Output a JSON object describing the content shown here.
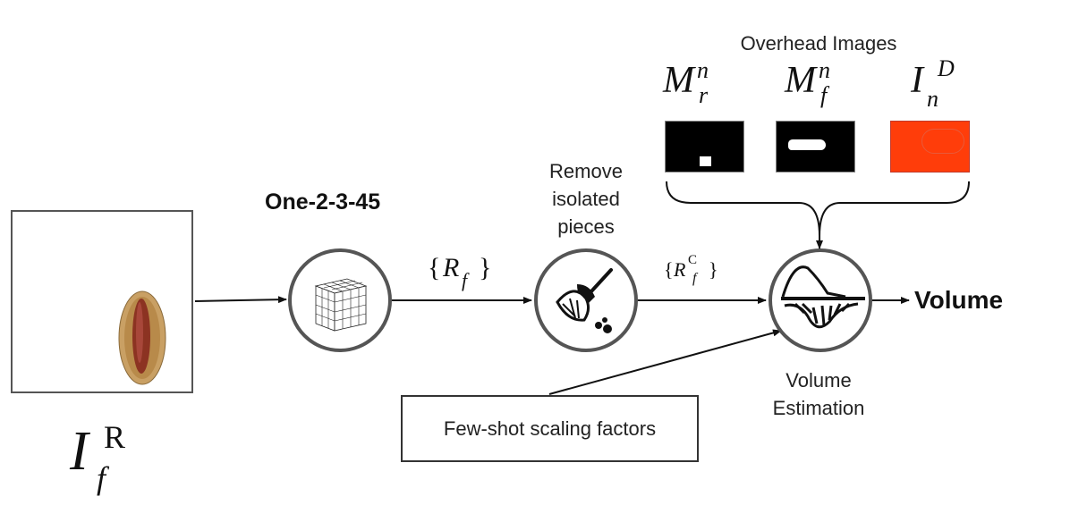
{
  "overhead": {
    "title": "Overhead Images",
    "mask_r": {
      "base": "M",
      "sup": "n",
      "sub": "r"
    },
    "mask_f": {
      "base": "M",
      "sup": "n",
      "sub": "f"
    },
    "image_d": {
      "base": "I",
      "sup": "D",
      "sub": "n"
    }
  },
  "input_image": {
    "base": "I",
    "sup": "R",
    "sub": "f"
  },
  "model": {
    "label": "One-2-3-45"
  },
  "edge_1": {
    "open": "{",
    "base": "R",
    "sub": "f",
    "close": "}"
  },
  "remove_step": {
    "line1": "Remove",
    "line2": "isolated",
    "line3": "pieces"
  },
  "edge_2": {
    "open": "{",
    "base": "R",
    "sup": "C",
    "sub": "f",
    "close": "}"
  },
  "volume_step": {
    "line1": "Volume",
    "line2": "Estimation"
  },
  "output": {
    "label": "Volume"
  },
  "scaling_box": {
    "label": "Few-shot scaling factors"
  },
  "colors": {
    "orange": "#ff3d0a",
    "circle_border": "#555555",
    "mask_bg": "#000000"
  }
}
